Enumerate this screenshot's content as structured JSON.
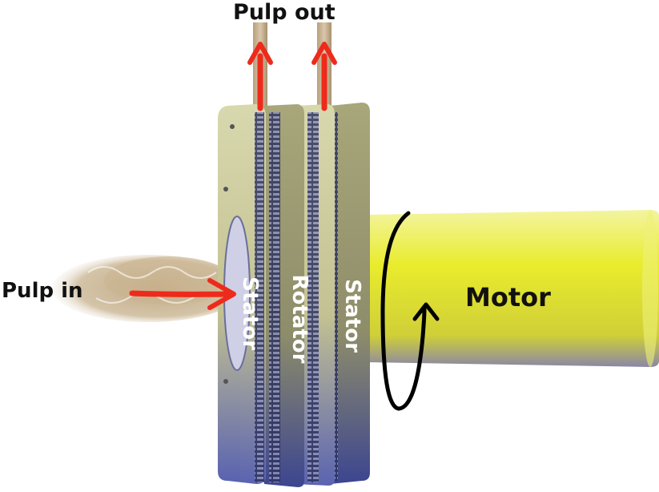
{
  "labels": {
    "pulp_out": "Pulp out",
    "pulp_in": "Pulp in",
    "motor": "Motor",
    "stator_left": "Stator",
    "rotator": "Rotator",
    "stator_right": "Stator"
  },
  "colors": {
    "motor_fill": "#e8ea3a",
    "disc_fill": "#c9c89a",
    "disc_shadow": "#6f74b0",
    "arrow": "#ee2a1c",
    "pulp": "#c8b08e",
    "rotation_arrow": "#000000"
  }
}
